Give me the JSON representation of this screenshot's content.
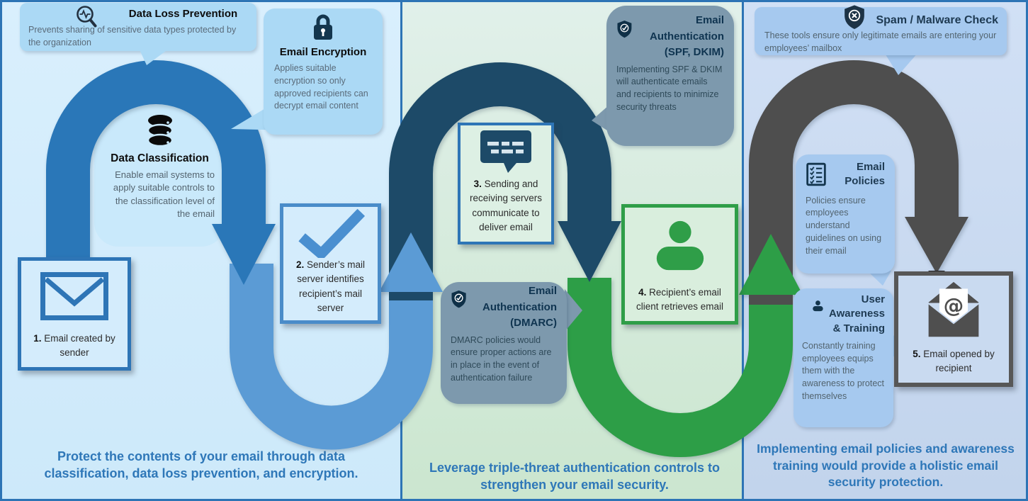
{
  "colors": {
    "arch_blue": "#2a77b8",
    "u_light_blue": "#5b9bd5",
    "arch_navy": "#1d4a68",
    "u_green": "#2d9e47",
    "arch_gray": "#4e4e4e",
    "caption_blue": "#2e77b8",
    "bubble_blue": "#abd9f5",
    "bubble_slate": "#7d99ad",
    "bubble_periwinkle": "#a6c9ef"
  },
  "panels": [
    {
      "caption": "Protect the contents of your email through data classification, data loss prevention, and encryption."
    },
    {
      "caption": "Leverage triple-threat authentication controls to strengthen your email security."
    },
    {
      "caption": "Implementing email policies and awareness training would provide a holistic email security protection."
    }
  ],
  "bubbles": {
    "dlp": {
      "icon": "magnifier-pulse-icon",
      "title": "Data Loss Prevention",
      "body": "Prevents sharing of sensitive data types protected by the organization"
    },
    "encryption": {
      "icon": "padlock-icon",
      "title": "Email Encryption",
      "body": "Applies suitable encryption so only approved recipients can decrypt email content"
    },
    "classification": {
      "icon": "database-icon",
      "title": "Data Classification",
      "body": "Enable email systems to apply suitable controls to the classification level of the email"
    },
    "spf": {
      "icon": "shield-check-icon",
      "title": "Email Authentication (SPF, DKIM)",
      "body": "Implementing SPF & DKIM will authenticate emails and recipients to minimize security threats"
    },
    "dmarc": {
      "icon": "shield-check-icon",
      "title": "Email Authentication (DMARC)",
      "body": "DMARC policies would ensure proper actions are in place in the event of authentication failure"
    },
    "spam": {
      "icon": "shield-x-icon",
      "title": "Spam / Malware Check",
      "body": "These tools ensure only legitimate emails are entering your employees’ mailbox"
    },
    "policies": {
      "icon": "checklist-icon",
      "title": "Email Policies",
      "body": "Policies ensure employees understand guidelines on using their email"
    },
    "awareness": {
      "icon": "person-icon",
      "title": "User Awareness & Training",
      "body": "Constantly training employees equips them with the awareness to protect themselves"
    }
  },
  "steps": [
    {
      "num": "1.",
      "icon": "envelope-icon",
      "label": "Email created by sender"
    },
    {
      "num": "2.",
      "icon": "checkmark-icon",
      "label": "Sender’s mail server identifies recipient’s mail server"
    },
    {
      "num": "3.",
      "icon": "chat-bubble-icon",
      "label": "Sending and receiving servers communicate to deliver email"
    },
    {
      "num": "4.",
      "icon": "person-icon",
      "label": "Recipient’s email client retrieves email"
    },
    {
      "num": "5.",
      "icon": "open-envelope-at-icon",
      "label": "Email opened by recipient"
    }
  ]
}
